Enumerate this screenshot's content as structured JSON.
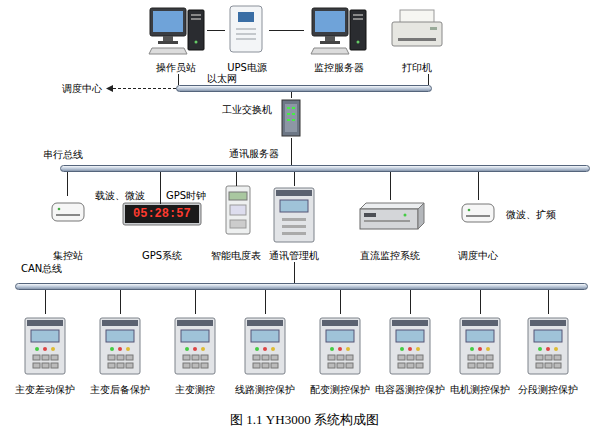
{
  "diagram": {
    "caption": "图 1.1 YH3000 系统构成图",
    "nodes": [
      {
        "text": [
          "操作员站"
        ]
      },
      {
        "text": [
          "UPS电源"
        ]
      },
      {
        "text": [
          "监控服务器"
        ]
      },
      {
        "text": [
          "打印机"
        ]
      },
      {
        "text": [
          "以太网"
        ]
      },
      {
        "text": [
          "工业交换机"
        ]
      },
      {
        "text": [
          "串行总线",
          "通讯服务器"
        ]
      },
      {
        "text": [
          "集控站"
        ]
      },
      {
        "text": [
          "GPS系统"
        ]
      },
      {
        "text": [
          "智能电度表"
        ]
      },
      {
        "text": [
          "通讯管理机"
        ]
      },
      {
        "text": [
          "直流监控系统"
        ]
      },
      {
        "text": [
          "调度中心"
        ]
      },
      {
        "text": [
          "CAN总线"
        ]
      },
      {
        "text": [
          "主变差动保护"
        ]
      },
      {
        "text": [
          "主变后备保护"
        ]
      },
      {
        "text": [
          "主变测控"
        ]
      },
      {
        "text": [
          "线路测控保护"
        ]
      },
      {
        "text": [
          "配变测控保护"
        ]
      },
      {
        "text": [
          "电容器测控保护"
        ]
      },
      {
        "text": [
          "电机测控保护"
        ]
      },
      {
        "text": [
          "分段测控保护"
        ]
      }
    ],
    "edges": [
      {
        "from": 0,
        "to": 1,
        "arrow": "none"
      },
      {
        "from": 1,
        "to": 2,
        "arrow": "none"
      },
      {
        "from": 0,
        "to": 4,
        "arrow": "none"
      },
      {
        "from": 3,
        "to": 4,
        "arrow": "none"
      },
      {
        "from": 4,
        "to": 5,
        "arrow": "none"
      },
      {
        "from": 5,
        "to": 6,
        "arrow": "none"
      },
      {
        "from": 6,
        "to": 7,
        "arrow": "none"
      },
      {
        "from": 6,
        "to": 8,
        "arrow": "none"
      },
      {
        "from": 6,
        "to": 9,
        "arrow": "none"
      },
      {
        "from": 6,
        "to": 10,
        "arrow": "none"
      },
      {
        "from": 6,
        "to": 11,
        "arrow": "none"
      },
      {
        "from": 6,
        "to": 12,
        "arrow": "none"
      },
      {
        "from": 10,
        "to": 13,
        "arrow": "none"
      },
      {
        "from": 13,
        "to": 14,
        "arrow": "none"
      },
      {
        "from": 13,
        "to": 15,
        "arrow": "none"
      },
      {
        "from": 13,
        "to": 16,
        "arrow": "none"
      },
      {
        "from": 13,
        "to": 17,
        "arrow": "none"
      },
      {
        "from": 13,
        "to": 18,
        "arrow": "none"
      },
      {
        "from": 13,
        "to": 19,
        "arrow": "none"
      },
      {
        "from": 13,
        "to": 20,
        "arrow": "none"
      },
      {
        "from": 13,
        "to": 21,
        "arrow": "none"
      }
    ],
    "labels": [
      "调度中心",
      "载波、微波",
      "GPS时钟",
      "05:28:57",
      "微波、扩频"
    ]
  }
}
